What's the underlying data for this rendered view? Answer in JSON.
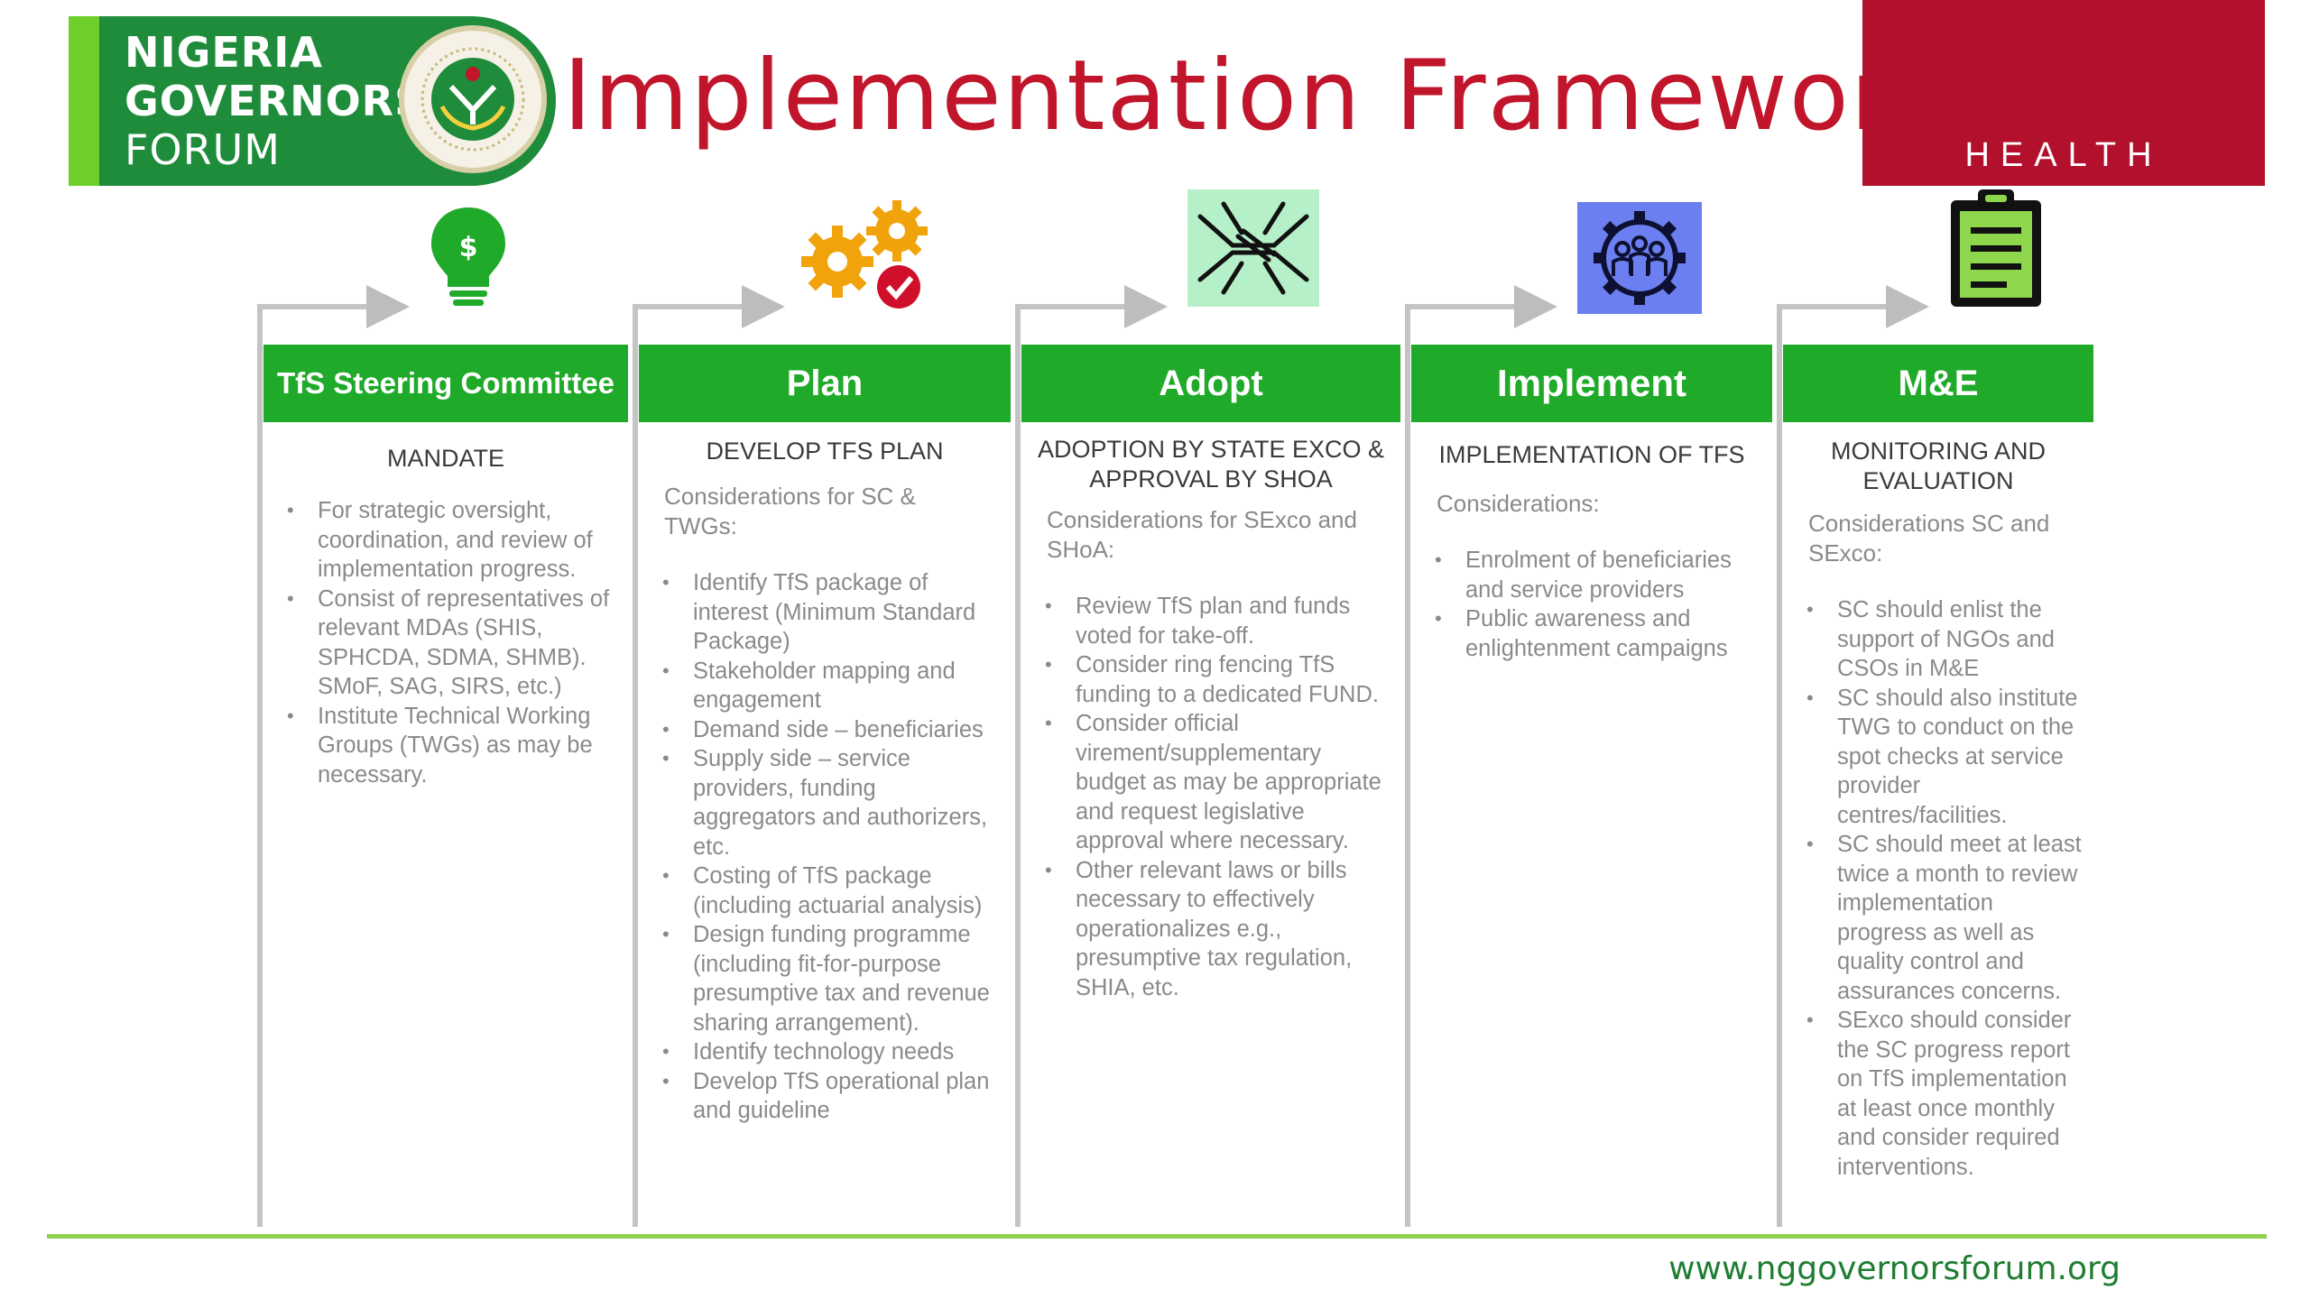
{
  "logo": {
    "line1": "NIGERIA",
    "line2": "GOVERNORS'",
    "line3": "FORUM"
  },
  "title": "Implementation Framework",
  "health_badge": "HEALTH",
  "colors": {
    "green": "#1faa2a",
    "title_red": "#c0152a",
    "health_red": "#b3102d",
    "footer_green": "#8fd14f"
  },
  "icons": [
    "lightbulb-dollar-icon",
    "gears-check-icon",
    "handshake-puzzle-icon",
    "people-gear-icon",
    "clipboard-icon"
  ],
  "columns": [
    {
      "header": "TfS Steering Committee",
      "subheading": "MANDATE",
      "note": "",
      "items": [
        "For strategic oversight, coordination, and review of implementation progress.",
        "Consist of representatives of relevant MDAs (SHIS, SPHCDA, SDMA, SHMB). SMoF, SAG, SIRS, etc.)",
        "Institute Technical Working Groups (TWGs) as may be necessary."
      ]
    },
    {
      "header": "Plan",
      "subheading": "DEVELOP TFS PLAN",
      "note": "Considerations for SC & TWGs:",
      "items": [
        "Identify TfS package of interest (Minimum Standard Package)",
        "Stakeholder mapping and engagement",
        "Demand side – beneficiaries",
        "Supply side – service providers, funding aggregators and authorizers, etc.",
        "Costing of TfS package (including actuarial analysis)",
        "Design funding programme (including fit-for-purpose presumptive tax and revenue sharing arrangement).",
        "Identify technology needs",
        "Develop TfS operational plan and guideline"
      ]
    },
    {
      "header": "Adopt",
      "subheading": "ADOPTION BY STATE EXCO & APPROVAL BY SHOA",
      "note": "Considerations for SExco and SHoA:",
      "items": [
        "Review TfS plan and funds voted for take-off.",
        "Consider ring fencing TfS funding to a dedicated FUND.",
        "Consider official virement/supplementary budget as may be appropriate and request legislative approval where necessary.",
        "Other relevant laws or bills necessary to effectively operationalizes e.g., presumptive tax regulation, SHIA, etc."
      ]
    },
    {
      "header": "Implement",
      "subheading": "IMPLEMENTATION OF TFS",
      "note": "Considerations:",
      "items": [
        "Enrolment of beneficiaries and service providers",
        "Public awareness and enlightenment campaigns"
      ]
    },
    {
      "header": "M&E",
      "subheading": "MONITORING AND EVALUATION",
      "note": "Considerations SC and SExco:",
      "items": [
        "SC should enlist the support of NGOs and CSOs in M&E",
        "SC should also institute TWG to conduct on the spot checks at service provider centres/facilities.",
        "SC should meet at least twice a month to review implementation progress as well as quality control and assurances concerns.",
        "SExco should consider the SC progress report on TfS implementation at least once monthly and consider required interventions."
      ]
    }
  ],
  "footer_url": "www.nggovernorsforum.org"
}
